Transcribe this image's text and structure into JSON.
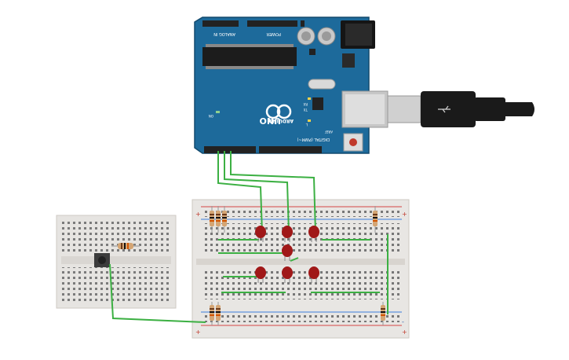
{
  "canvas": {
    "background": "#ffffff"
  },
  "arduino": {
    "brand": "ARDUINO",
    "model": "UNO",
    "digital_label": "DIGITAL (PWM~)",
    "analog_label": "ANALOG IN",
    "power_label": "POWER",
    "on_label": "ON",
    "tx_label": "TX",
    "rx_label": "RX",
    "l_label": "L",
    "aref_label": "AREF",
    "board_color": "#1d6a9b"
  },
  "breadboard": {
    "color": "#e8e6e3",
    "rail_plus": "+",
    "rail_minus": "-"
  },
  "mini_breadboard": {
    "color": "#e6e4e1"
  },
  "components": {
    "led_color": "#a01818",
    "wire_color": "#3cb043",
    "resistor_color": "#d4a574"
  }
}
